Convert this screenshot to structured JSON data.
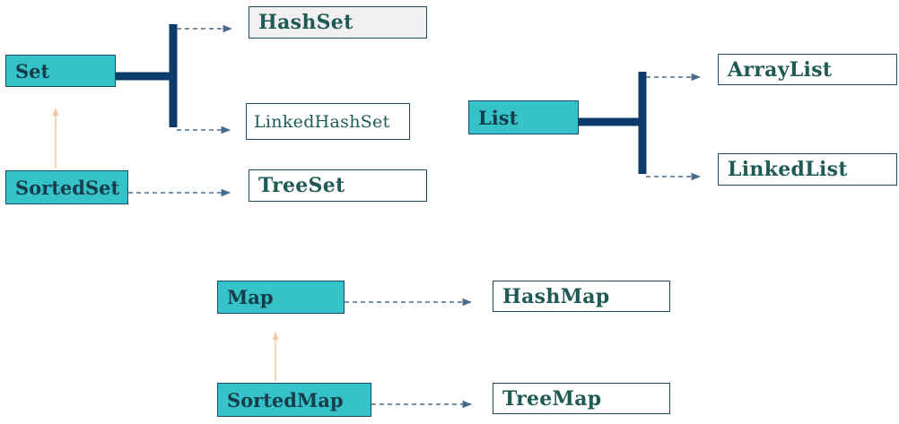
{
  "diagram": {
    "colors": {
      "interface_fill": "#35c3c9",
      "interface_border": "#1a4a6a",
      "impl_border": "#1d4a63",
      "text": "#1f5a55",
      "connector": "#0b3a6b",
      "dashed_arrow": "#4a6c8c",
      "inherit_arrow": "#f3c89a"
    },
    "nodes": {
      "set": "Set",
      "sorted_set": "SortedSet",
      "hash_set": "HashSet",
      "linked_hash_set": "LinkedHashSet",
      "tree_set": "TreeSet",
      "list": "List",
      "array_list": "ArrayList",
      "linked_list": "LinkedList",
      "map": "Map",
      "sorted_map": "SortedMap",
      "hash_map": "HashMap",
      "tree_map": "TreeMap"
    },
    "edges": [
      {
        "from": "set",
        "to": "hash_set",
        "kind": "implements"
      },
      {
        "from": "set",
        "to": "linked_hash_set",
        "kind": "implements"
      },
      {
        "from": "sorted_set",
        "to": "tree_set",
        "kind": "implements"
      },
      {
        "from": "sorted_set",
        "to": "set",
        "kind": "extends"
      },
      {
        "from": "list",
        "to": "array_list",
        "kind": "implements"
      },
      {
        "from": "list",
        "to": "linked_list",
        "kind": "implements"
      },
      {
        "from": "map",
        "to": "hash_map",
        "kind": "implements"
      },
      {
        "from": "sorted_map",
        "to": "tree_map",
        "kind": "implements"
      },
      {
        "from": "sorted_map",
        "to": "map",
        "kind": "extends"
      }
    ]
  }
}
